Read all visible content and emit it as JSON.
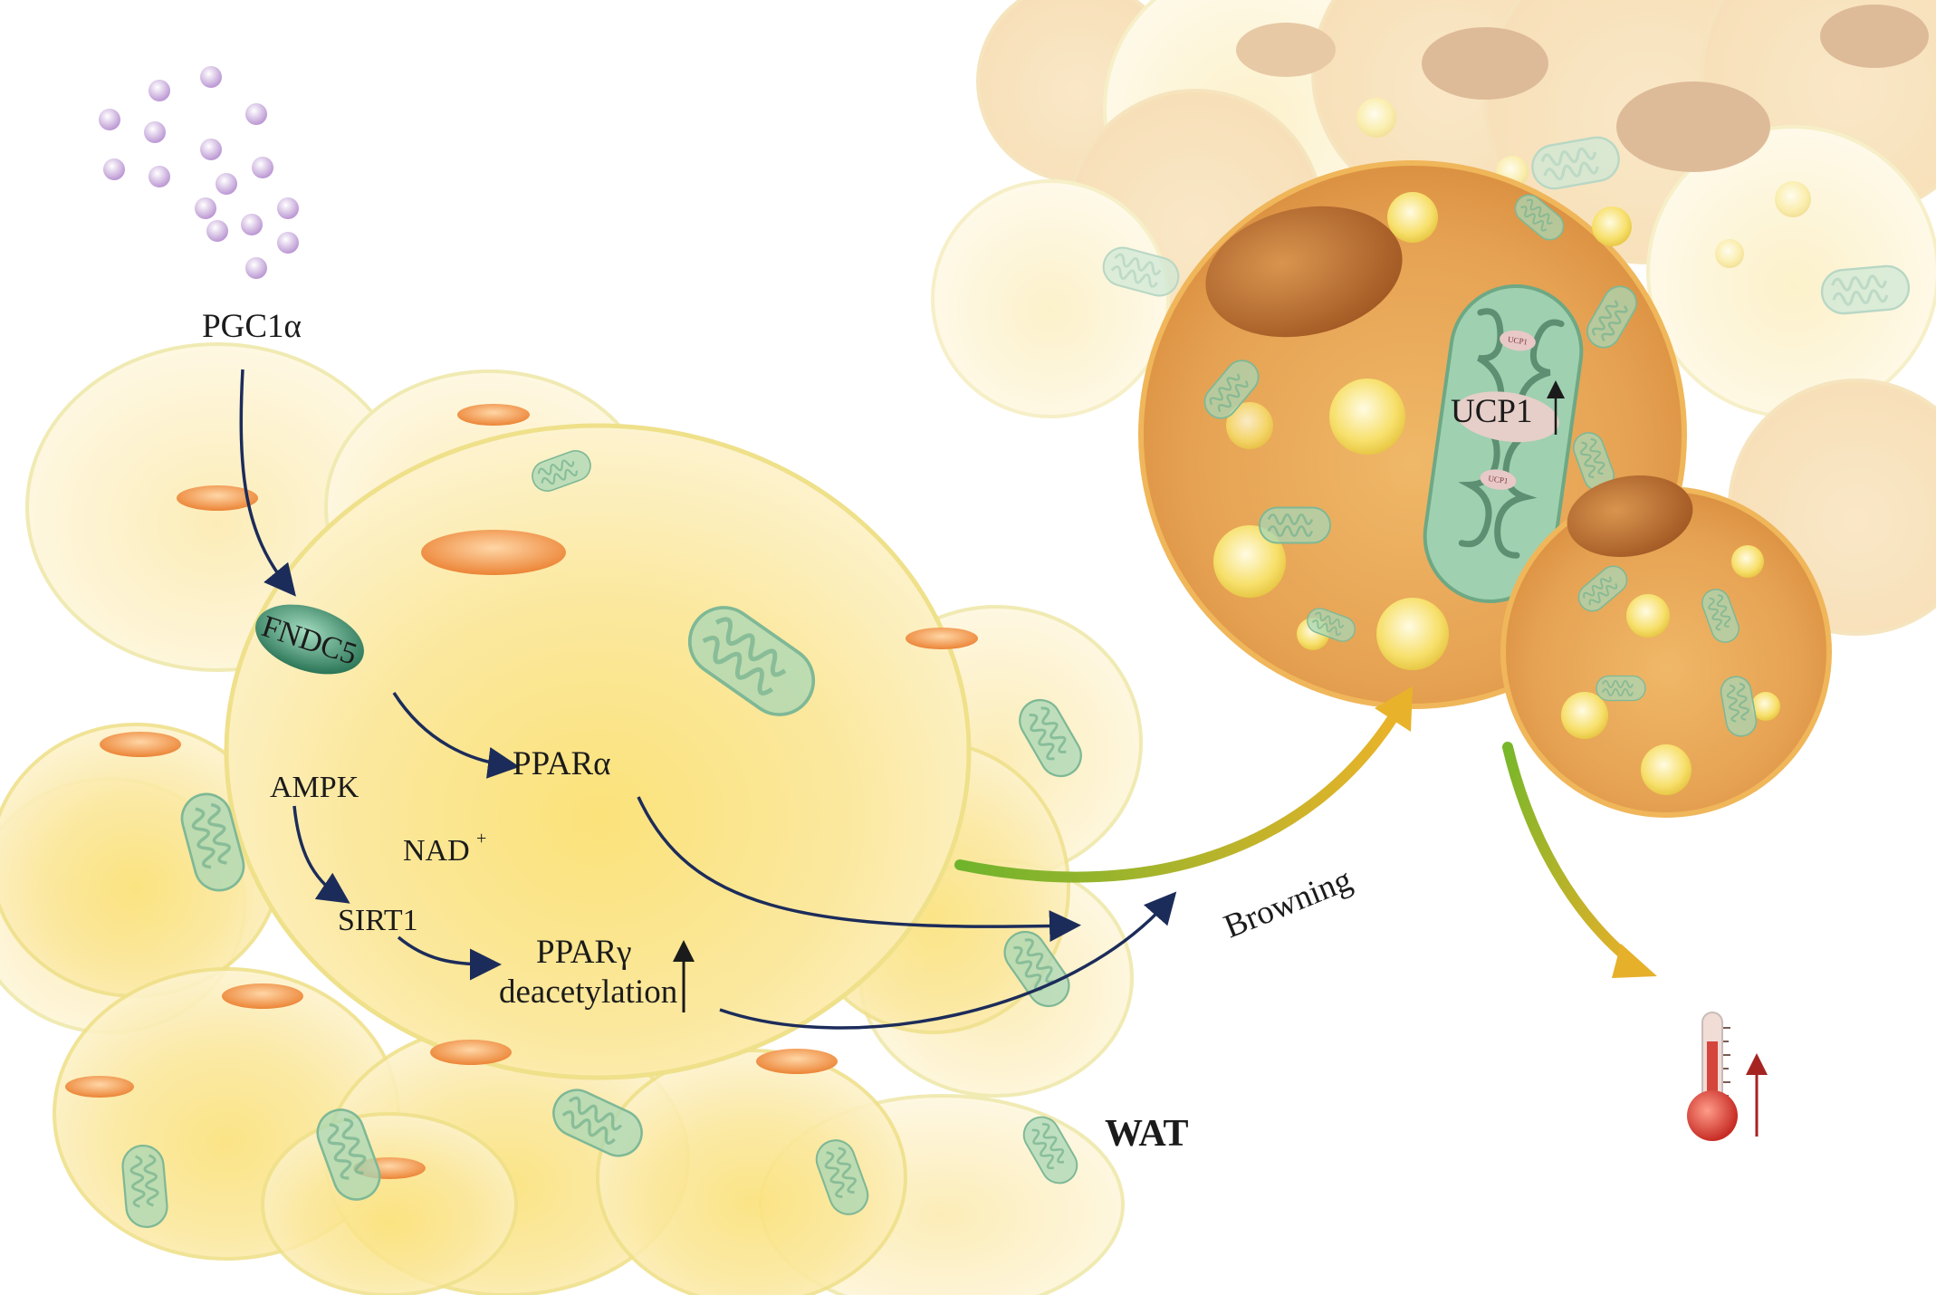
{
  "labels": {
    "pgc1a": "PGC1α",
    "fndc5": "FNDC5",
    "ampk": "AMPK",
    "nad": "NAD",
    "nad_sup": "+",
    "sirt1": "SIRT1",
    "ppara": "PPARα",
    "pparg": "PPARγ",
    "deacetylation": "deacetylation",
    "browning": "Browning",
    "ucp1": "UCP1",
    "ucp1_small": "UCP1",
    "wat": "WAT"
  },
  "colors": {
    "wat_cell": "#f4dc7a",
    "wat_edge": "#e8dc82",
    "brown_cell": "#e3a04f",
    "mito": "#9fd0b0",
    "nucleus_orange": "#ee8a3c",
    "arrow_navy": "#1c2c5a",
    "arrow_green": "#7cb82c",
    "arrow_yellow": "#e8b32a",
    "molecule": "#c5a6d9",
    "thermometer": "#d4453c",
    "red_arrow": "#a52422"
  },
  "icons": [
    "thermometer-icon",
    "up-arrow-icon",
    "molecule-icon",
    "mitochondrion-icon"
  ]
}
